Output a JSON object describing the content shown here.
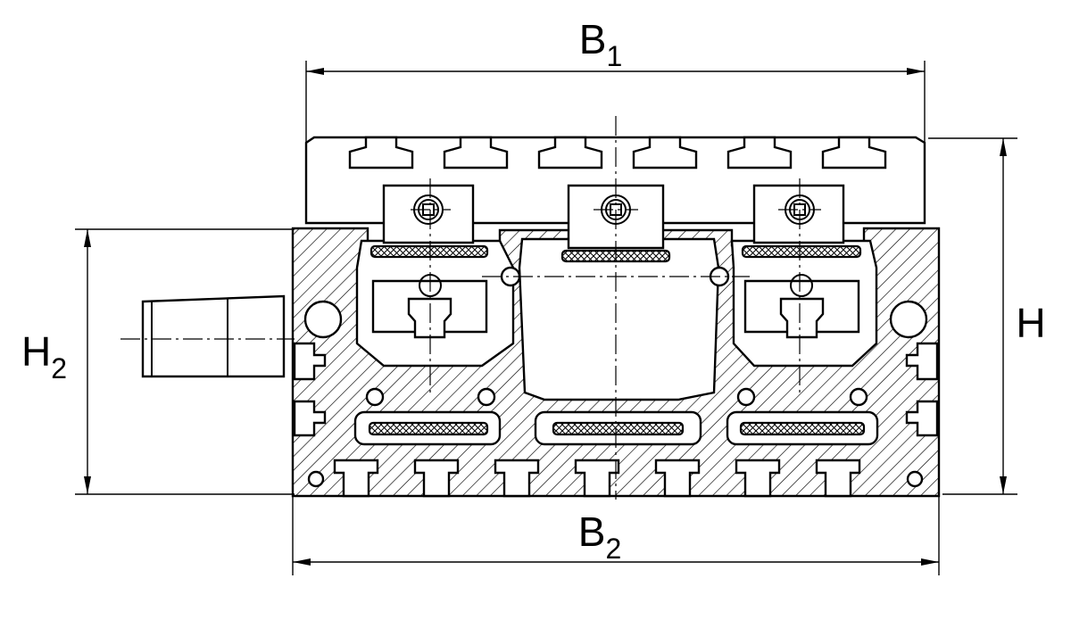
{
  "figure": {
    "labels": {
      "b1": {
        "main": "B",
        "sub": "1"
      },
      "b2": {
        "main": "B",
        "sub": "2"
      },
      "h": {
        "main": "H",
        "sub": ""
      },
      "h2": {
        "main": "H",
        "sub": "2"
      }
    }
  }
}
